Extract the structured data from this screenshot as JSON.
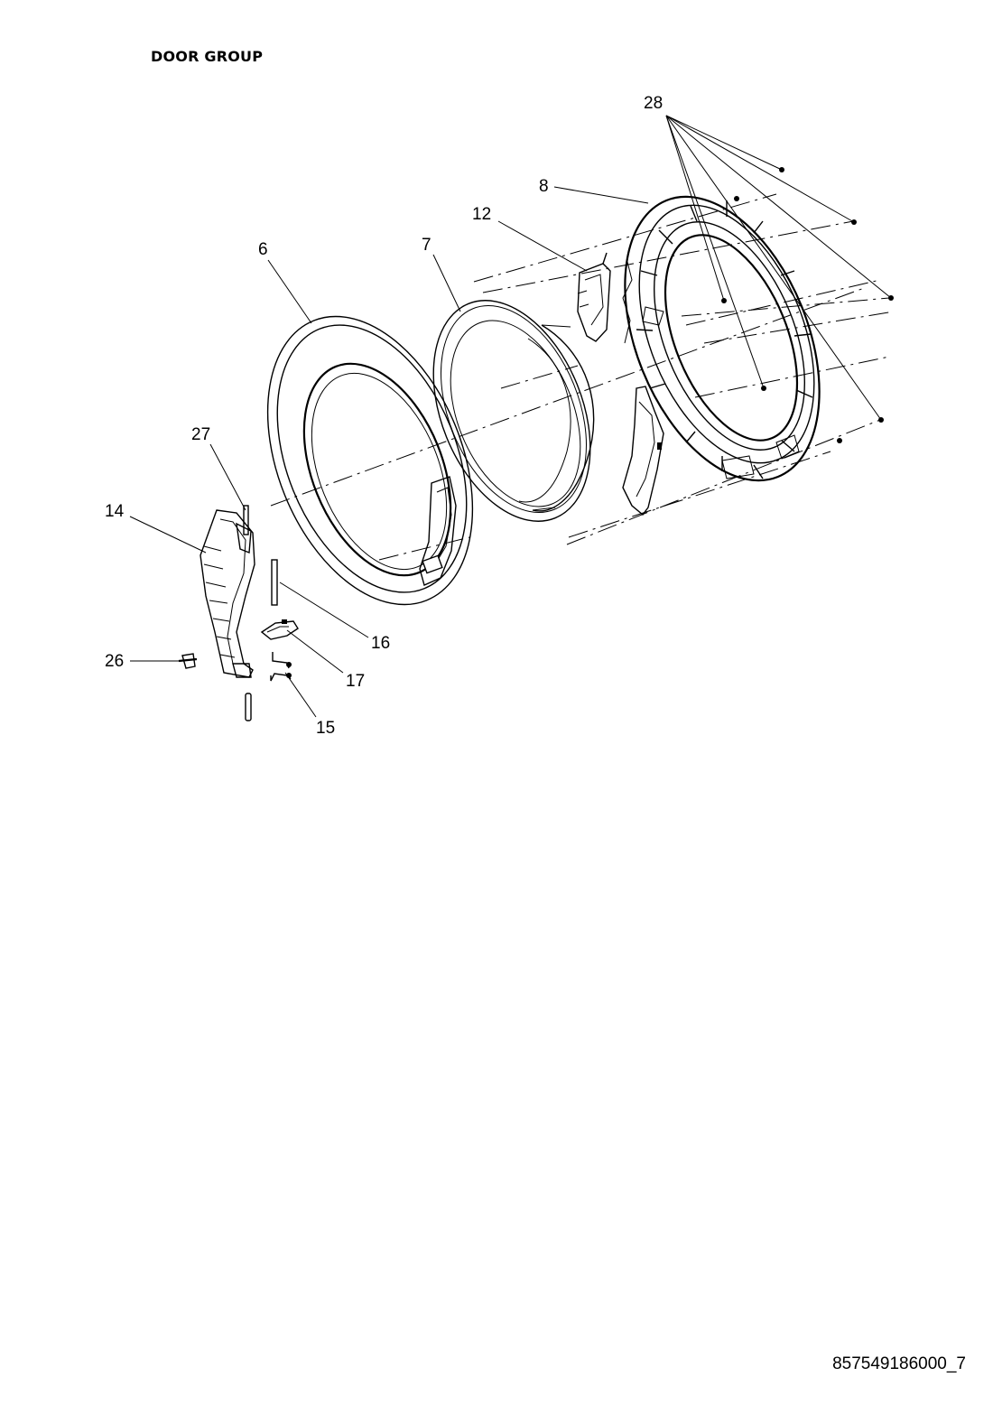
{
  "page": {
    "title": "DOOR GROUP",
    "document_code": "857549186000_7"
  },
  "callouts": [
    "28",
    "8",
    "12",
    "6",
    "7",
    "27",
    "14",
    "26",
    "16",
    "17",
    "15"
  ]
}
